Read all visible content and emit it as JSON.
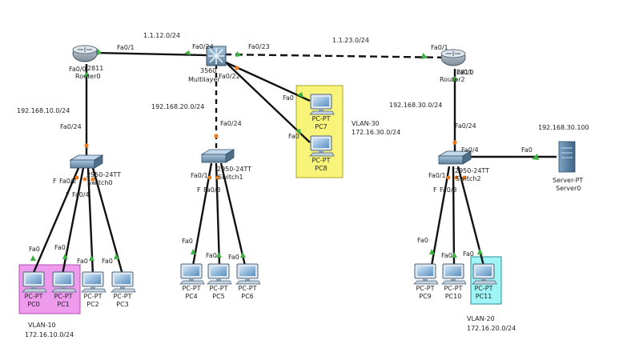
{
  "networks": {
    "r0_ml": "1.1.12.0/24",
    "ml_r2": "1.1.23.0/24",
    "r0_lan": "192.168.10.0/24",
    "ml_lan": "192.168.20.0/24",
    "r2_lan": "192.168.30.0/24",
    "server_ip": "192.168.30.100"
  },
  "devices": {
    "router0": {
      "model": "2811",
      "name": "Router0"
    },
    "router2": {
      "model": "2811",
      "name": "Router2"
    },
    "multilayer": {
      "model": "3560",
      "name": "Multilayer"
    },
    "sw_left": {
      "model": "2950-24TT",
      "name": "Switch0"
    },
    "sw_mid": {
      "model": "2950-24TT",
      "name": "Switch1"
    },
    "sw_right": {
      "model": "2950-24TT",
      "name": "Switch2"
    },
    "server": {
      "type": "Server-PT",
      "name": "Server0"
    }
  },
  "pcs": [
    {
      "type": "PC-PT",
      "name": "PC0"
    },
    {
      "type": "PC-PT",
      "name": "PC1"
    },
    {
      "type": "PC-PT",
      "name": "PC2"
    },
    {
      "type": "PC-PT",
      "name": "PC3"
    },
    {
      "type": "PC-PT",
      "name": "PC4"
    },
    {
      "type": "PC-PT",
      "name": "PC5"
    },
    {
      "type": "PC-PT",
      "name": "PC6"
    },
    {
      "type": "PC-PT",
      "name": "PC7"
    },
    {
      "type": "PC-PT",
      "name": "PC8"
    },
    {
      "type": "PC-PT",
      "name": "PC9"
    },
    {
      "type": "PC-PT",
      "name": "PC10"
    },
    {
      "type": "PC-PT",
      "name": "PC11"
    }
  ],
  "vlans": {
    "v10": {
      "name": "VLAN-10",
      "subnet": "172.16.10.0/24"
    },
    "v20": {
      "name": "VLAN-20",
      "subnet": "172.16.20.0/24"
    },
    "v30": {
      "name": "VLAN-30",
      "subnet": "172.16.30.0/24"
    }
  },
  "ports": {
    "fa0": "Fa0",
    "fa0_0": "Fa0/0",
    "fa0_1": "Fa0/1",
    "fa0_2": "Fa0/2",
    "fa0_3": "Fa0/3",
    "fa0_4": "Fa0/4",
    "fa0_22": "Fa0/22",
    "fa0_23": "Fa0/23",
    "fa0_24": "Fa0/24",
    "f": "F"
  },
  "colors": {
    "vlan10_box": "#ee9bee",
    "vlan20_box": "#9ff5f5",
    "vlan30_box": "#f8f47a",
    "link_up": "#3cb043",
    "link_orange": "#f07b1a"
  }
}
